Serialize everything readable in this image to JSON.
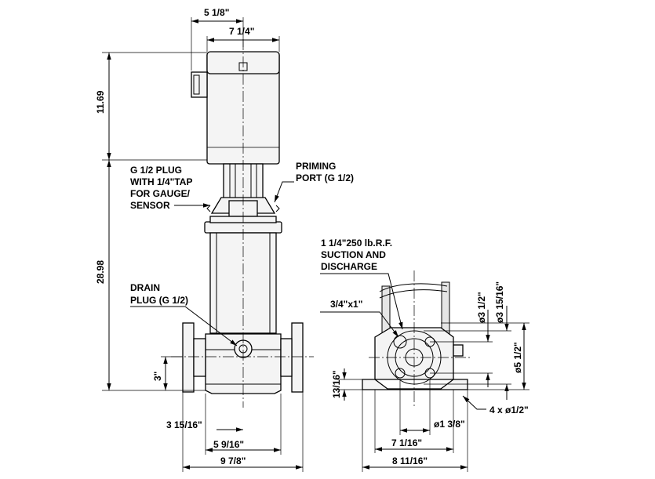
{
  "dimensions": {
    "top_width_1": "5  1/8\"",
    "top_width_2": "7  1/4\"",
    "motor_height": "11.69",
    "overall_height": "28.98",
    "base_height": "3\"",
    "flange_offset": "3 15/16\"",
    "foot_spacing": "5 9/16\"",
    "flange_width": "9 7/8\"",
    "foot_height": "13/16\"",
    "bolt_spacing": "7 1/16\"",
    "hole_dia_small": "ø1 3/8\"",
    "side_width": "8 11/16\"",
    "bolt_circle_1": "ø3 1/2\"",
    "bolt_circle_2": "ø3 15/16\"",
    "flange_dia": "ø5 1/2\"",
    "mounting_holes": "4 x ø1/2\"",
    "thread_size": "3/4\"x1\""
  },
  "annotations": {
    "plug_1": "G 1/2 PLUG",
    "plug_2": "WITH 1/4\"TAP",
    "plug_3": "FOR GAUGE/",
    "plug_4": "SENSOR",
    "priming_1": "PRIMING",
    "priming_2": "PORT (G 1/2)",
    "drain_1": "DRAIN",
    "drain_2": "PLUG (G 1/2)",
    "suction_1": "1 1/4\"250 lb.R.F.",
    "suction_2": "SUCTION AND",
    "suction_3": "DISCHARGE"
  }
}
